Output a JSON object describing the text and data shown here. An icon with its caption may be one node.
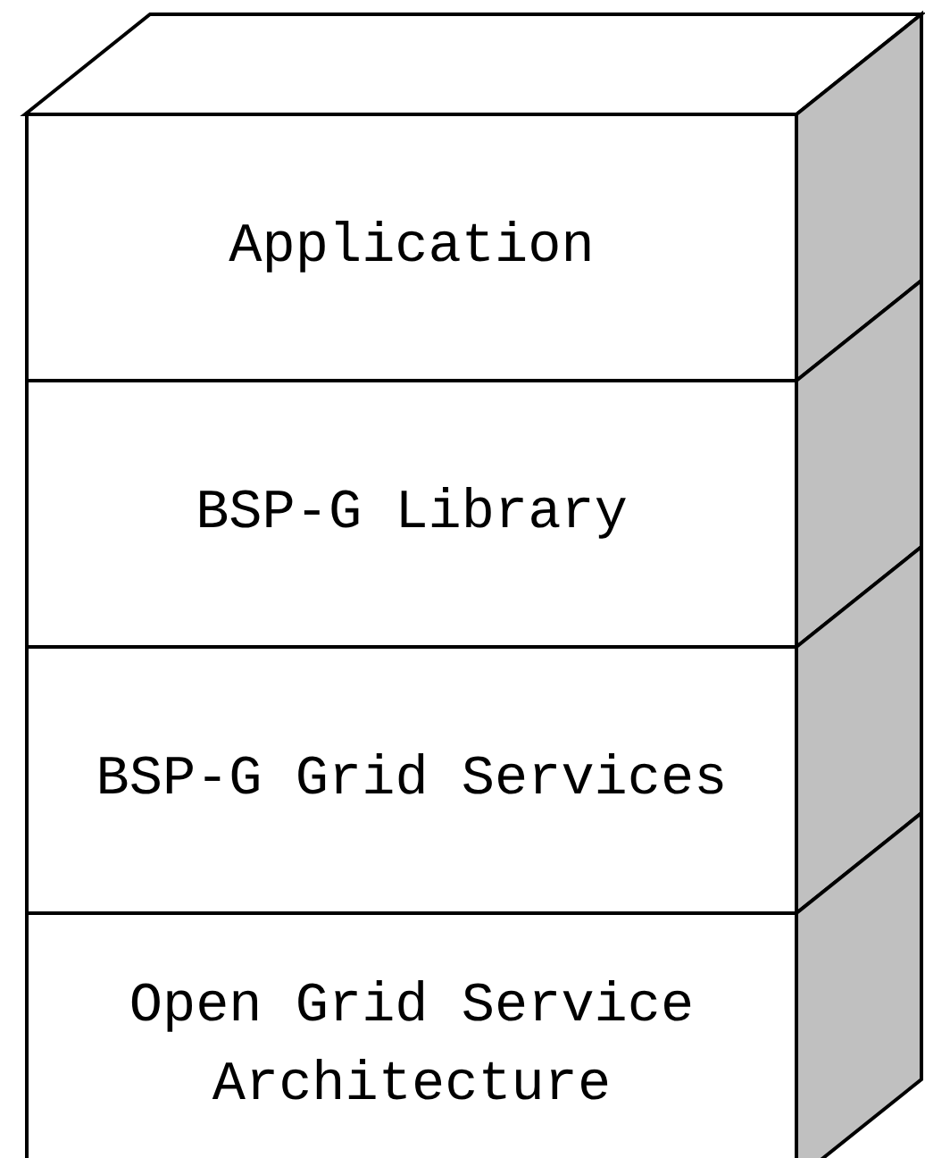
{
  "diagram": {
    "nodes": [
      {
        "text": [
          "Application"
        ]
      },
      {
        "text": [
          "BSP-G Library"
        ]
      },
      {
        "text": [
          "BSP-G Grid Services"
        ]
      },
      {
        "text": [
          "Open Grid Service Architecture"
        ]
      }
    ]
  }
}
